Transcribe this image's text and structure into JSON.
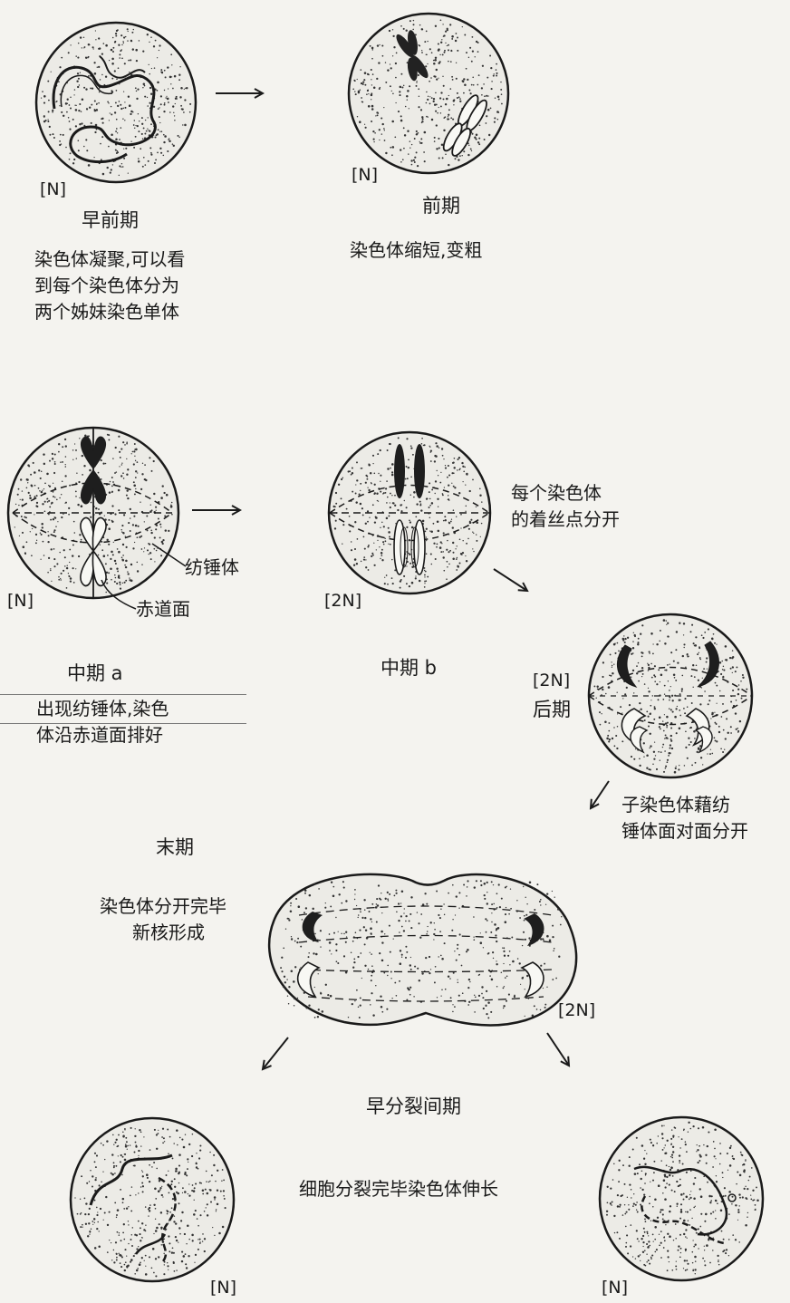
{
  "stages": {
    "early_prophase": {
      "ploidy": "[N]",
      "title": "早前期",
      "desc": [
        "染色体凝聚,可以看",
        "到每个染色体分为",
        "两个姊妹染色单体"
      ]
    },
    "prophase": {
      "ploidy": "[N]",
      "title": "前期",
      "desc": [
        "染色体缩短,变粗"
      ]
    },
    "metaphase_a": {
      "ploidy": "[N]",
      "title": "中期 a",
      "desc": [
        "出现纺锤体,染色",
        "体沿赤道面排好"
      ],
      "label_spindle": "纺锤体",
      "label_equator": "赤道面"
    },
    "metaphase_b": {
      "ploidy": "[2N]",
      "title": "中期 b",
      "desc": [
        "每个染色体",
        "的着丝点分开"
      ]
    },
    "anaphase": {
      "ploidy": "[2N]",
      "title": "后期",
      "desc": [
        "子染色体藉纺",
        "锤体面对面分开"
      ]
    },
    "telophase": {
      "ploidy": "[2N]",
      "title": "末期",
      "desc": [
        "染色体分开完毕",
        "新核形成"
      ]
    },
    "early_interphase": {
      "title": "早分裂间期",
      "desc": "细胞分裂完毕染色体伸长",
      "ploidy_left": "[N]",
      "ploidy_right": "[N]"
    }
  },
  "colors": {
    "ink": "#1a1a1a",
    "paper": "#f4f3ef",
    "cell_fill": "#ecebe6"
  }
}
